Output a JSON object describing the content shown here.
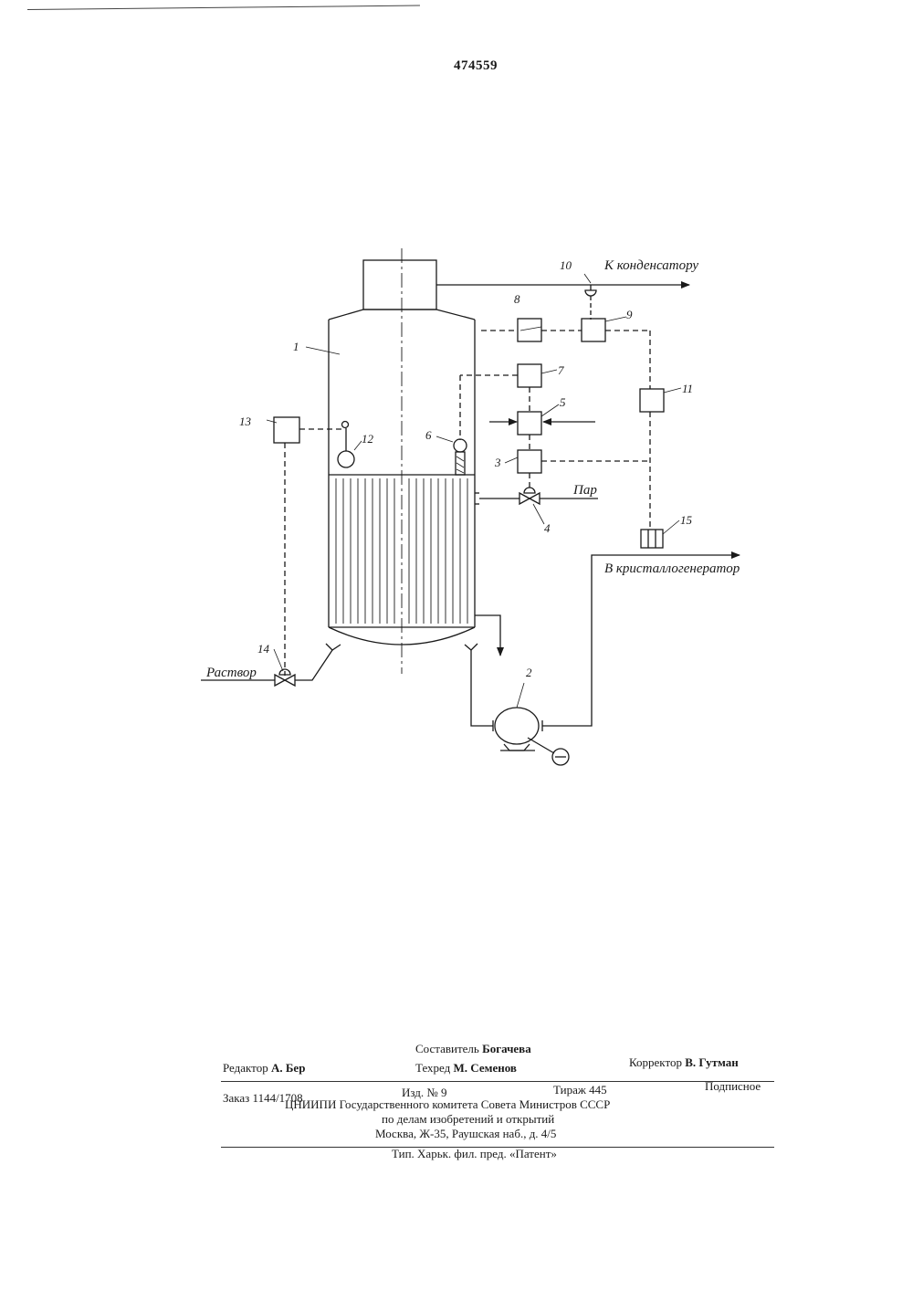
{
  "document": {
    "number": "474559"
  },
  "diagram": {
    "labels": {
      "n1": "1",
      "n2": "2",
      "n3": "3",
      "n4": "4",
      "n5": "5",
      "n6": "6",
      "n7": "7",
      "n8": "8",
      "n9": "9",
      "n10": "10",
      "n11": "11",
      "n12": "12",
      "n13": "13",
      "n14": "14",
      "n15": "15"
    },
    "flows": {
      "to_condenser": "К конденсатору",
      "steam": "Пар",
      "to_crystallizer": "В кристаллогенератор",
      "solution": "Раствор"
    }
  },
  "imprint": {
    "compiler_label": "Составитель",
    "compiler_name": "Богачева",
    "editor_label": "Редактор",
    "editor_name": "А. Бер",
    "techred_label": "Техред",
    "techred_name": "М. Семенов",
    "corrector_label": "Корректор",
    "corrector_name": "В. Гутман",
    "order": "Заказ 1144/1708",
    "edition": "Изд. № 9",
    "circulation": "Тираж 445",
    "subscription": "Подписное",
    "org_line1": "ЦНИИПИ Государственного комитета Совета Министров СССР",
    "org_line2": "по делам изобретений и открытий",
    "org_line3": "Москва, Ж-35, Раушская наб., д. 4/5",
    "printer": "Тип. Харьк. фил. пред. «Патент»"
  }
}
